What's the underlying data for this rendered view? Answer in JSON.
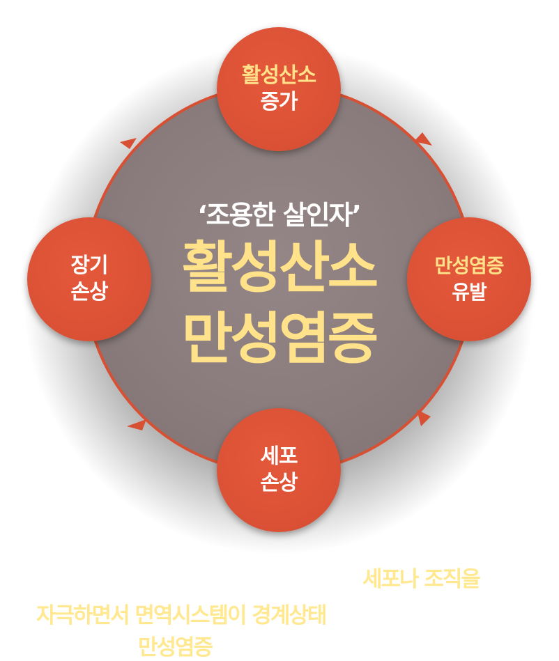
{
  "diagram": {
    "subtitle": "‘조용한 살인자’",
    "title_line1": "활성산소",
    "title_line2": "만성염증",
    "nodes": {
      "top": {
        "line1": "활성산소",
        "line2": "증가"
      },
      "right": {
        "line1": "만성염증",
        "line2": "유발"
      },
      "bottom": {
        "line1": "세포",
        "line2": "손상"
      },
      "left": {
        "line1": "장기",
        "line2": "손상"
      }
    },
    "colors": {
      "node": "#dc5236",
      "center": "#8a7c7c",
      "highlight": "#ffe28a",
      "white": "#ffffff"
    }
  },
  "caption": {
    "line1": "세포나 조직을",
    "line2": "자극하면서 면역시스템이 경계상태",
    "line3": "만성염증"
  }
}
